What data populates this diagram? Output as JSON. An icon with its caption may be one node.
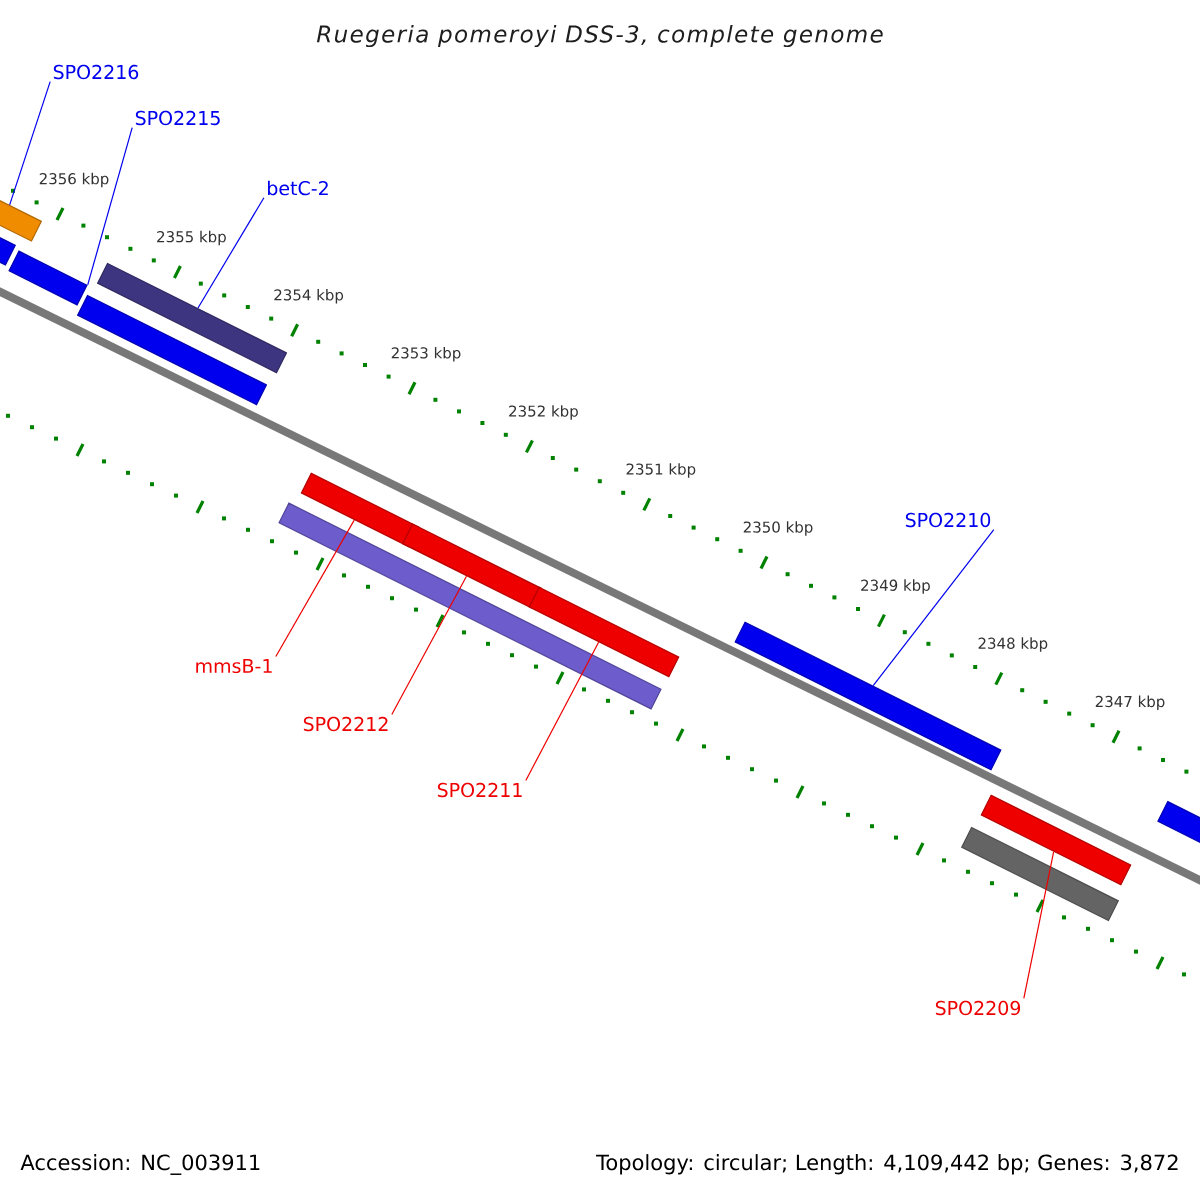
{
  "diagram": {
    "title": "Ruegeria pomeroyi DSS-3, complete genome",
    "nodes": [
      {
        "text": [
          "SPO2216"
        ]
      },
      {
        "text": [
          "SPO2215"
        ]
      },
      {
        "text": [
          "betC-2"
        ]
      },
      {
        "text": [],
        "shape": "bar"
      },
      {
        "text": [],
        "shape": "bar"
      },
      {
        "text": [],
        "shape": "bar"
      },
      {
        "text": [],
        "shape": "bar"
      },
      {
        "text": [],
        "shape": "bar"
      },
      {
        "text": [
          "SPO2210"
        ]
      },
      {
        "text": [],
        "shape": "bar"
      },
      {
        "text": [],
        "shape": "bar"
      },
      {
        "text": [],
        "shape": "bar"
      },
      {
        "text": [],
        "shape": "bar"
      },
      {
        "text": [
          "mmsB-1"
        ]
      },
      {
        "text": [
          "SPO2212"
        ]
      },
      {
        "text": [],
        "shape": "bar"
      },
      {
        "text": [
          "SPO2211"
        ]
      },
      {
        "text": [],
        "shape": "bar"
      },
      {
        "text": [],
        "shape": "bar"
      },
      {
        "text": [],
        "shape": "bar"
      },
      {
        "text": [
          "SPO2209"
        ]
      }
    ],
    "edges": [
      {
        "from": 0,
        "to": 3,
        "arrow": "none"
      },
      {
        "from": 1,
        "to": 5,
        "arrow": "none"
      },
      {
        "from": 2,
        "to": 6,
        "arrow": "none"
      },
      {
        "from": 8,
        "to": 15,
        "arrow": "none"
      },
      {
        "from": 13,
        "to": 9,
        "arrow": "none",
        "color": "#ee0000"
      },
      {
        "from": 14,
        "to": 10,
        "arrow": "none",
        "color": "#ee0000"
      },
      {
        "from": 16,
        "to": 11,
        "arrow": "none",
        "color": "#ee0000"
      },
      {
        "from": 20,
        "to": 17,
        "arrow": "none",
        "color": "#ee0000"
      }
    ],
    "labels": [
      "2356 kbp",
      "2355 kbp",
      "2354 kbp",
      "2353 kbp",
      "2352 kbp",
      "2351 kbp",
      "2350 kbp",
      "2349 kbp",
      "2348 kbp",
      "2347 kbp",
      "Accession: NC_003911",
      "Topology: circular; Length: 4,109,442 bp; Genes: 3,872"
    ]
  }
}
